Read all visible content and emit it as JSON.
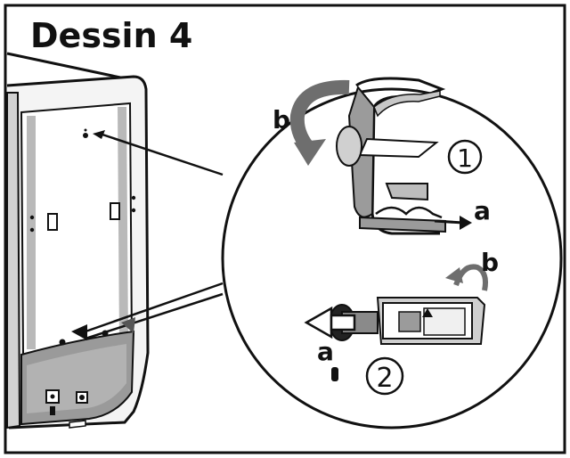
{
  "figure": {
    "title": "Dessin 4",
    "callouts": {
      "top_b": "b",
      "top_a": "a",
      "top_step": "1",
      "bottom_b": "b",
      "bottom_a": "a",
      "bottom_step": "2"
    },
    "colors": {
      "ink": "#111111",
      "paper": "#ffffff",
      "mid_gray": "#8a8a8a",
      "light_gray": "#c9c9c9",
      "dark_gray": "#555555"
    }
  }
}
